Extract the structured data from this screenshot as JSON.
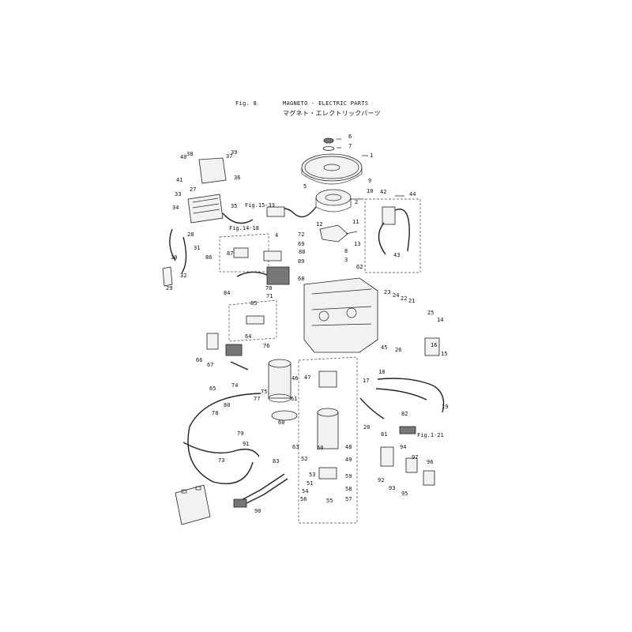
{
  "header": {
    "fig_label": "Fig. 8",
    "title_en": "MAGNETO - ELECTRIC PARTS",
    "title_jp": "マグネト・エレクトリックパーツ"
  },
  "refs": [
    {
      "id": "ref-fig-15-33",
      "text": "Fig.15-33"
    },
    {
      "id": "ref-fig-14-18",
      "text": "Fig.14-18"
    },
    {
      "id": "ref-fig-1-21",
      "text": "Fig.1-21"
    }
  ],
  "callouts": [
    "1",
    "2",
    "3",
    "4",
    "5",
    "6",
    "7",
    "8",
    "9",
    "10",
    "11",
    "12",
    "13",
    "14",
    "15",
    "16",
    "17",
    "18",
    "19",
    "20",
    "21",
    "22",
    "23",
    "24",
    "25",
    "26",
    "27",
    "28",
    "29",
    "30",
    "31",
    "32",
    "33",
    "34",
    "35",
    "36",
    "37",
    "38",
    "39",
    "40",
    "41",
    "42",
    "43",
    "44",
    "45",
    "46",
    "47",
    "48",
    "49",
    "50",
    "51",
    "52",
    "53",
    "54",
    "55",
    "56",
    "57",
    "58",
    "59",
    "60",
    "61",
    "62",
    "63",
    "64",
    "65",
    "66",
    "67",
    "68",
    "69",
    "70",
    "71",
    "72",
    "73",
    "74",
    "75",
    "76",
    "77",
    "78",
    "79",
    "80",
    "81",
    "82",
    "83",
    "84",
    "85",
    "86",
    "87",
    "88",
    "89",
    "90",
    "91",
    "92",
    "93",
    "94",
    "95",
    "96",
    "97"
  ]
}
